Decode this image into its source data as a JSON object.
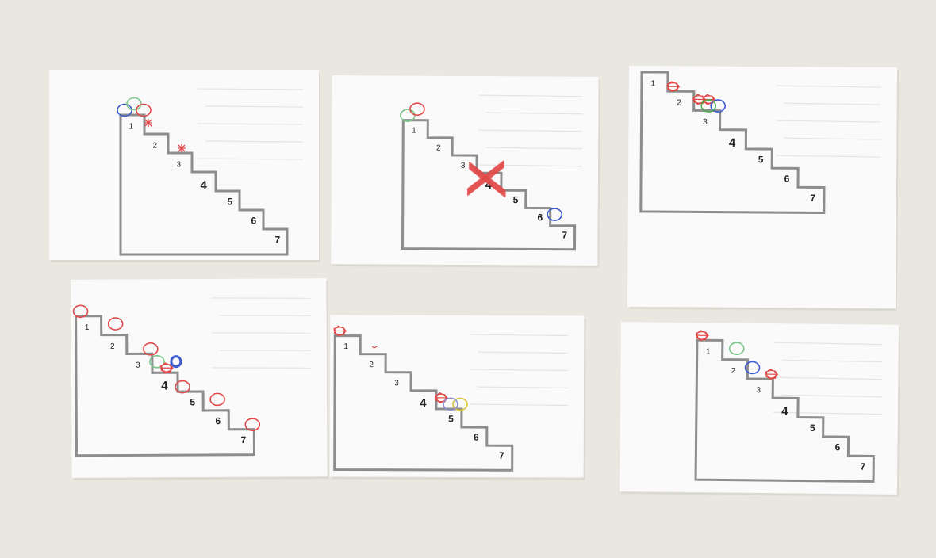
{
  "cards": [
    {
      "id": "card-1",
      "labels": [
        "1",
        "2",
        "3",
        "4",
        "5",
        "6",
        "7"
      ],
      "marks": [
        {
          "step": 1,
          "color": "#3b5bd0",
          "kind": "circle"
        },
        {
          "step": 1,
          "color": "#7cc58a",
          "kind": "circle"
        },
        {
          "step": 1,
          "color": "#e24a4a",
          "kind": "circle"
        },
        {
          "step": 2,
          "color": "#e24a4a",
          "kind": "star"
        },
        {
          "step": 3,
          "color": "#e24a4a",
          "kind": "star"
        }
      ]
    },
    {
      "id": "card-2",
      "labels": [
        "1",
        "2",
        "3",
        "4",
        "5",
        "6",
        "7"
      ],
      "marks": [
        {
          "step": 1,
          "color": "#7cc58a",
          "kind": "circle"
        },
        {
          "step": 1,
          "color": "#e24a4a",
          "kind": "circle"
        },
        {
          "step": 4,
          "color": "#e24a4a",
          "kind": "cross"
        },
        {
          "step": 7,
          "color": "#3b5bd0",
          "kind": "circle"
        }
      ]
    },
    {
      "id": "card-3",
      "labels": [
        "1",
        "2",
        "3",
        "4",
        "5",
        "6",
        "7"
      ],
      "marks": [
        {
          "step": 2,
          "color": "#e24a4a",
          "kind": "scribble"
        },
        {
          "step": 3,
          "color": "#e24a4a",
          "kind": "scribble"
        },
        {
          "step": 3,
          "color": "#3b5bd0",
          "kind": "circle"
        },
        {
          "step": 3,
          "color": "#e24a4a",
          "kind": "scribble"
        },
        {
          "step": 3,
          "color": "#4caf50",
          "kind": "circle"
        }
      ]
    },
    {
      "id": "card-4",
      "labels": [
        "1",
        "2",
        "3",
        "4",
        "5",
        "6",
        "7"
      ],
      "marks": [
        {
          "step": 1,
          "color": "#e24a4a",
          "kind": "circle"
        },
        {
          "step": 2,
          "color": "#e24a4a",
          "kind": "circle"
        },
        {
          "step": 3,
          "color": "#e24a4a",
          "kind": "circle"
        },
        {
          "step": 4,
          "color": "#7cc58a",
          "kind": "circle"
        },
        {
          "step": 4,
          "color": "#e24a4a",
          "kind": "scribble"
        },
        {
          "step": 4,
          "color": "#3b5bd0",
          "kind": "filled"
        },
        {
          "step": 5,
          "color": "#e24a4a",
          "kind": "circle"
        },
        {
          "step": 6,
          "color": "#e24a4a",
          "kind": "circle"
        },
        {
          "step": 7,
          "color": "#e24a4a",
          "kind": "circle"
        }
      ]
    },
    {
      "id": "card-5",
      "labels": [
        "1",
        "2",
        "3",
        "4",
        "5",
        "6",
        "7"
      ],
      "marks": [
        {
          "step": 1,
          "color": "#e24a4a",
          "kind": "scribble"
        },
        {
          "step": 2,
          "color": "#e24a4a",
          "kind": "tick"
        },
        {
          "step": 5,
          "color": "#d9c23a",
          "kind": "circle"
        },
        {
          "step": 5,
          "color": "#e24a4a",
          "kind": "scribble"
        },
        {
          "step": 5,
          "color": "#8a8fd0",
          "kind": "circle"
        }
      ]
    },
    {
      "id": "card-6",
      "labels": [
        "1",
        "2",
        "3",
        "4",
        "5",
        "6",
        "7"
      ],
      "marks": [
        {
          "step": 1,
          "color": "#e24a4a",
          "kind": "scribble"
        },
        {
          "step": 2,
          "color": "#7cc58a",
          "kind": "circle"
        },
        {
          "step": 3,
          "color": "#e24a4a",
          "kind": "scribble"
        },
        {
          "step": 3,
          "color": "#3b5bd0",
          "kind": "circle"
        }
      ]
    }
  ]
}
